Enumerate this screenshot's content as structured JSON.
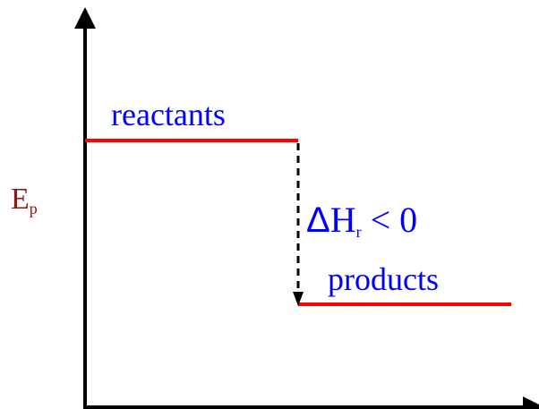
{
  "labels": {
    "reactants": "reactants",
    "products": "products",
    "axis_symbol": "E",
    "axis_subscript": "p",
    "delta_symbol": "Δ",
    "enthalpy_symbol": "H",
    "enthalpy_subscript": "r",
    "comparison": " < 0"
  },
  "colors": {
    "level_lines": "#ff0000",
    "text_labels": "#0000ff",
    "axis_label": "#8b1a1a",
    "axes": "#000000"
  }
}
